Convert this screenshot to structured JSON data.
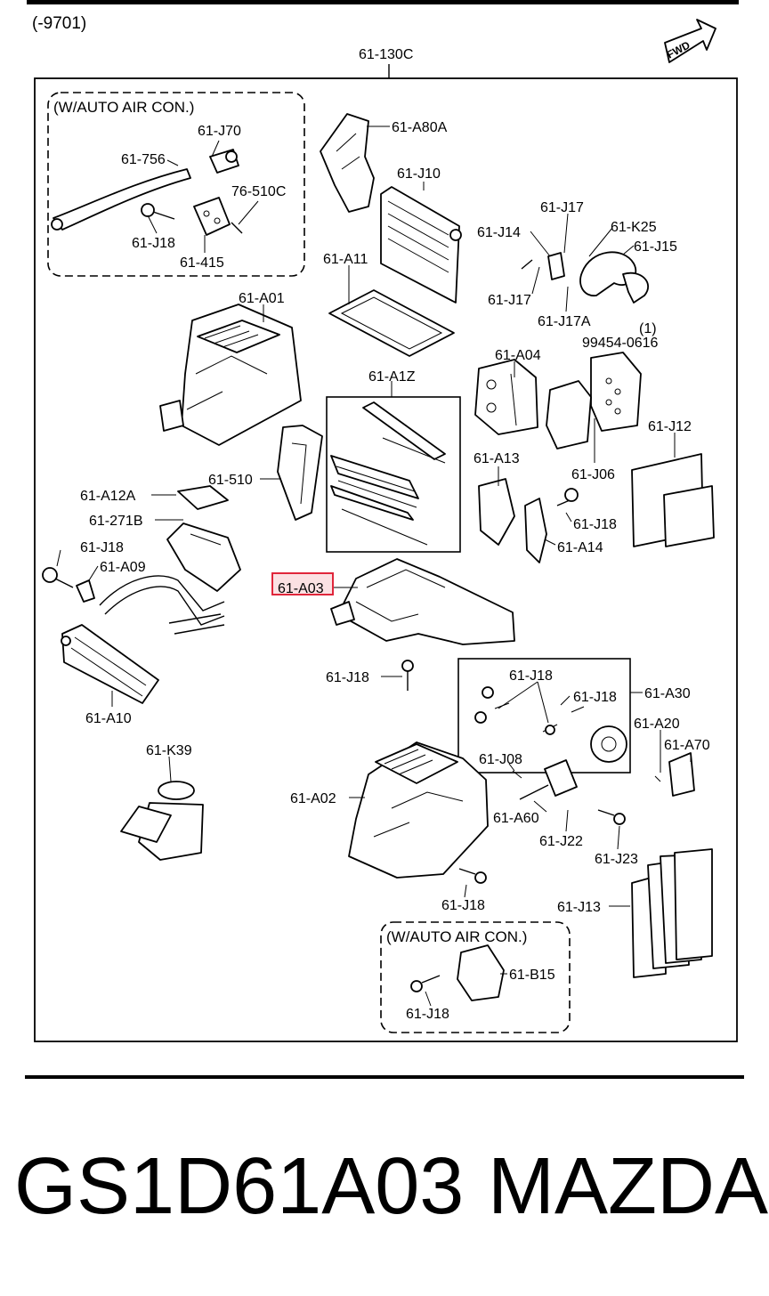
{
  "header": {
    "range": "(-9701)",
    "assembly": "61-130C",
    "direction_badge": "FWD"
  },
  "groups": {
    "auto_top": "(W/AUTO AIR CON.)",
    "auto_bottom": "(W/AUTO AIR CON.)"
  },
  "parts": [
    "61-J70",
    "61-756",
    "76-510C",
    "61-J18",
    "61-415",
    "61-A80A",
    "61-J10",
    "61-J17",
    "61-J14",
    "61-K25",
    "61-J15",
    "61-A11",
    "61-J17",
    "61-J17A",
    "(1)",
    "99454-0616",
    "61-A01",
    "61-A04",
    "61-A1Z",
    "61-J12",
    "61-A13",
    "61-J06",
    "61-510",
    "61-A12A",
    "61-271B",
    "61-J18",
    "61-J18",
    "61-A14",
    "61-A09",
    "61-A03",
    "61-J18",
    "61-J18",
    "61-J18",
    "61-A30",
    "61-A10",
    "61-A20",
    "61-A70",
    "61-K39",
    "61-J08",
    "61-A02",
    "61-A60",
    "61-J22",
    "61-J23",
    "61-J18",
    "61-J13",
    "61-B15",
    "61-J18"
  ],
  "highlight": {
    "label": "61-A03",
    "color": "#e0263b"
  },
  "footer": {
    "part_number": "GS1D61A03",
    "brand": "MAZDA"
  }
}
